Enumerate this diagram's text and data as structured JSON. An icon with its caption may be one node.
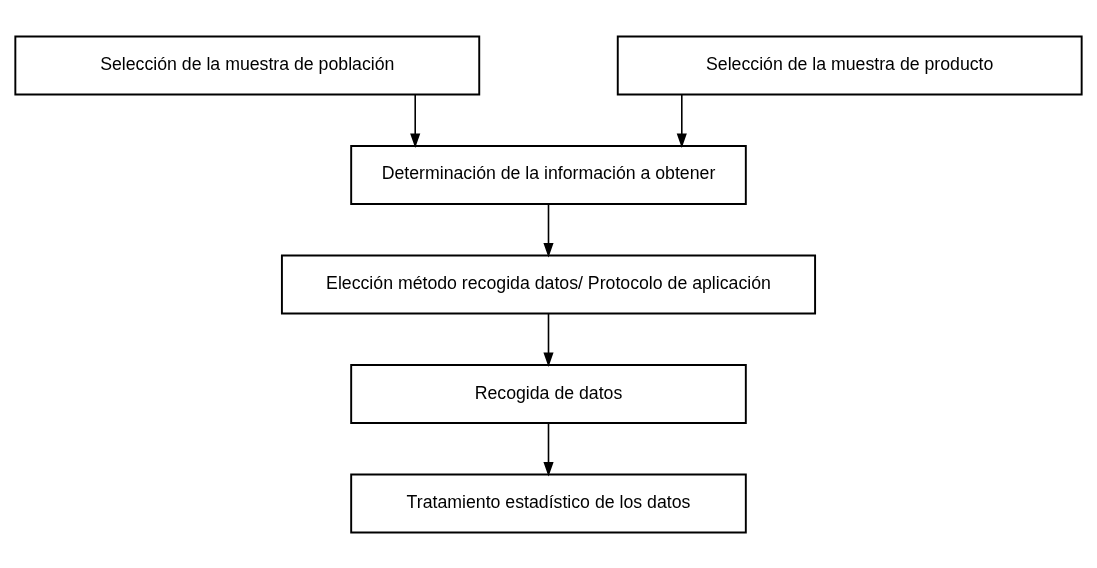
{
  "diagram": {
    "nodes": [
      {
        "text": [
          "Selección de la muestra de población"
        ]
      },
      {
        "text": [
          "Selección de la muestra de producto"
        ]
      },
      {
        "text": [
          "Determinación de la información a obtener"
        ]
      },
      {
        "text": [
          "Elección método recogida datos/ Protocolo de aplicación"
        ]
      },
      {
        "text": [
          "Recogida de datos"
        ]
      },
      {
        "text": [
          "Tratamiento estadístico de los datos"
        ]
      }
    ],
    "edges": [
      {
        "from": 0,
        "to": 2,
        "arrow": "to"
      },
      {
        "from": 1,
        "to": 2,
        "arrow": "to"
      },
      {
        "from": 2,
        "to": 3,
        "arrow": "to"
      },
      {
        "from": 3,
        "to": 4,
        "arrow": "to"
      },
      {
        "from": 4,
        "to": 5,
        "arrow": "to"
      }
    ]
  }
}
